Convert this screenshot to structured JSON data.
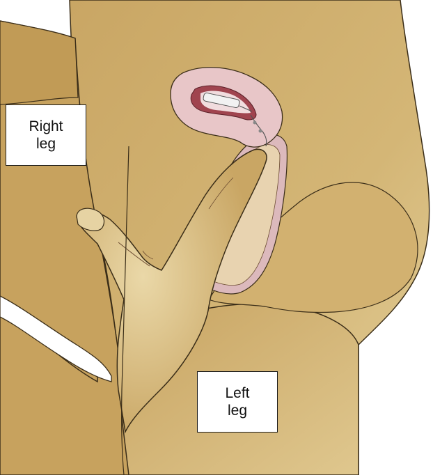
{
  "labels": {
    "right_leg": {
      "line1": "Right",
      "line2": "leg"
    },
    "left_leg": {
      "line1": "Left",
      "line2": "leg"
    }
  },
  "colors": {
    "skin_base": "#c9a664",
    "skin_light": "#e3cf9a",
    "skin_shadow": "#b08a4a",
    "outline": "#3a2d18",
    "uterus_wall": "#e8c6c8",
    "uterus_inner": "#a0444f",
    "vaginal_canal": "#dcb9bc",
    "device": "#f2f2f2"
  },
  "icons": [
    "pelvis-cross-section",
    "uterus",
    "contraceptive-implant-device",
    "gloved-hand"
  ]
}
